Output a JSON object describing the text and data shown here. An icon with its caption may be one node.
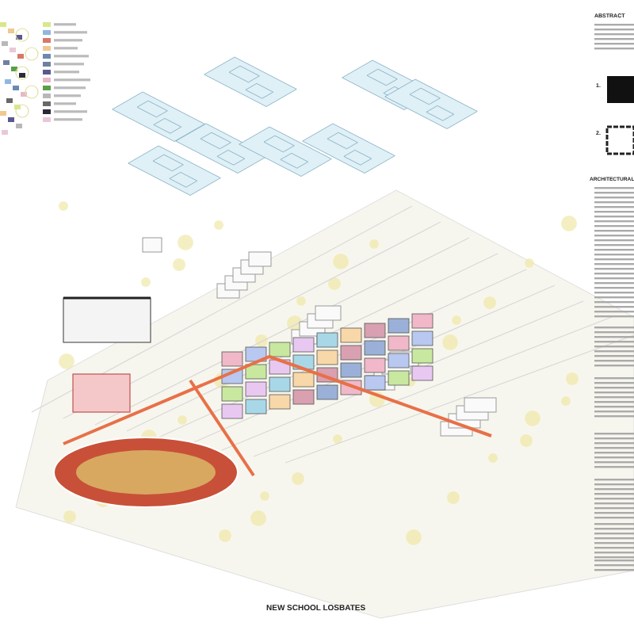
{
  "diagram": {
    "title": "NEW SCHOOL LOSBATES",
    "labels": [
      "ABSTRACT",
      "1.",
      "2.",
      "ARCHITECTURAL"
    ]
  }
}
